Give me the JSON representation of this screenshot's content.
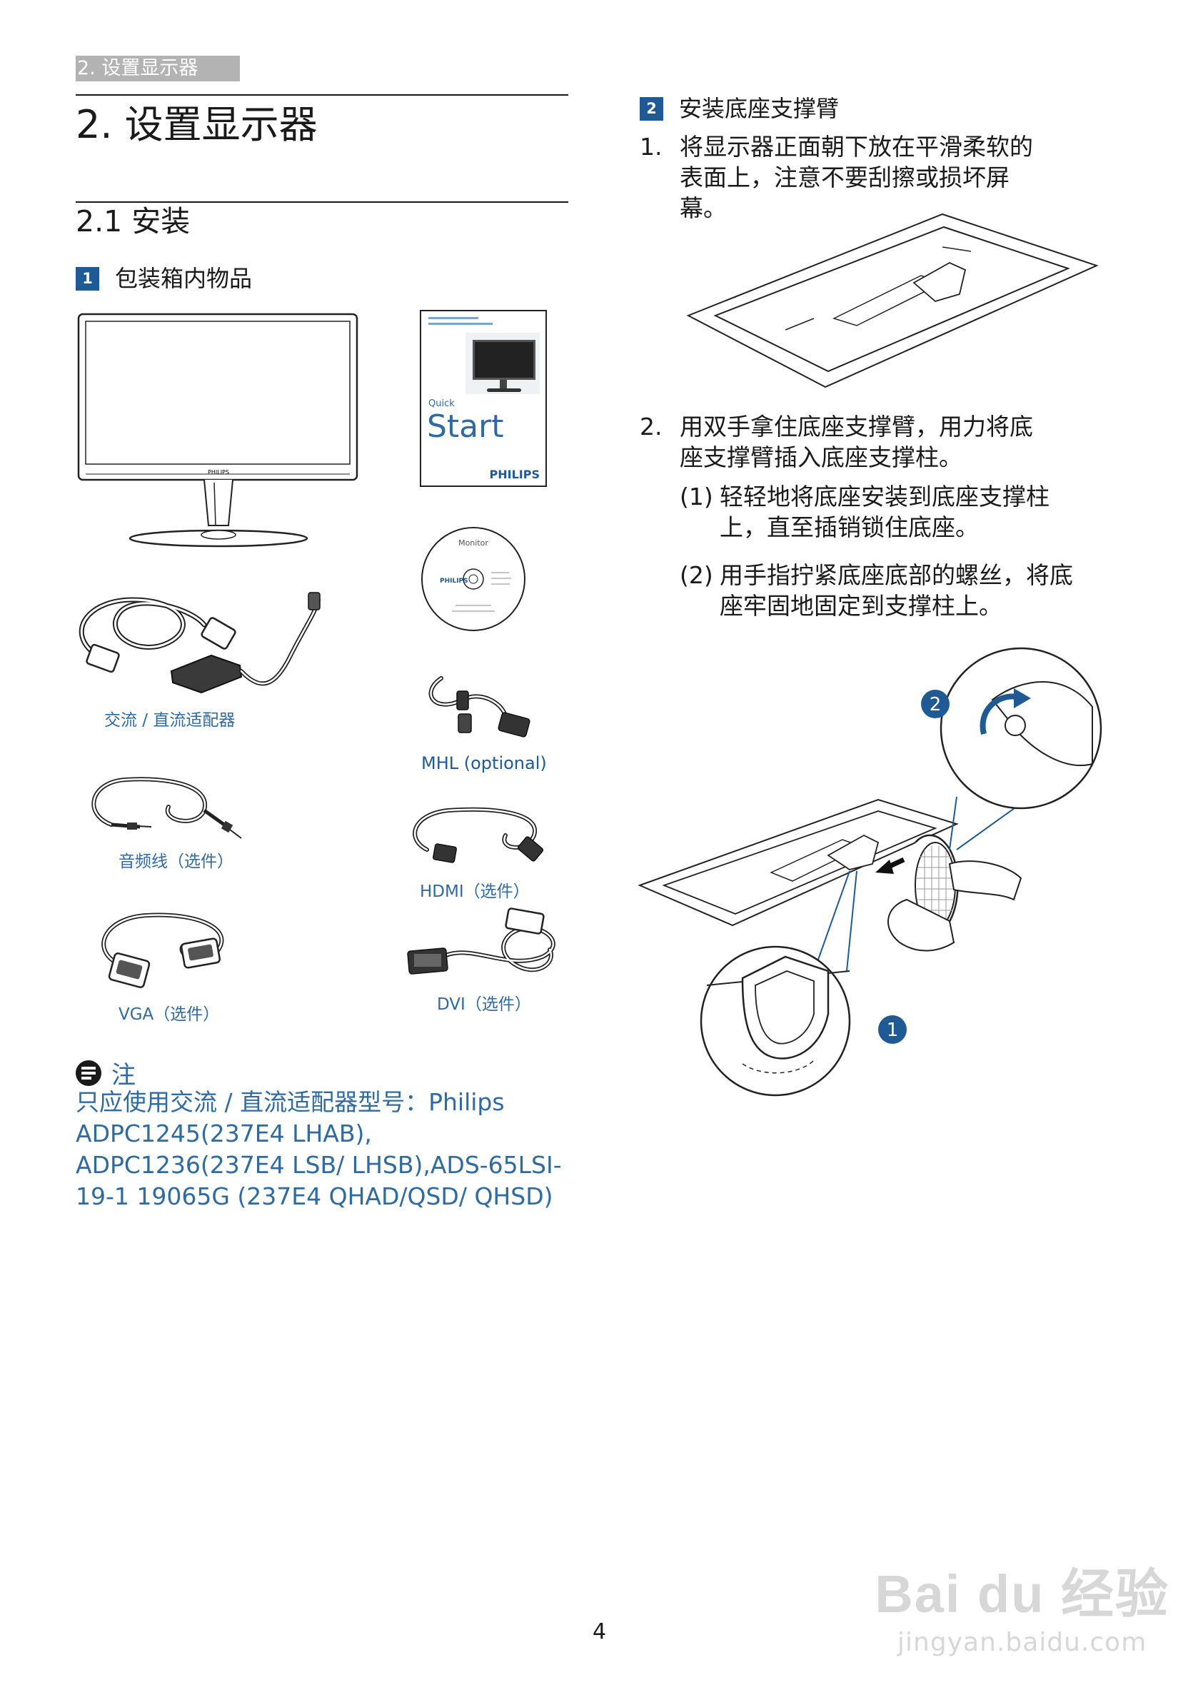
{
  "header": {
    "breadcrumb": "2. 设置显示器"
  },
  "chapter": {
    "title": "2.  设置显示器"
  },
  "section": {
    "title": "2.1  安装"
  },
  "left": {
    "sub1": {
      "num": "1",
      "title": "包装箱内物品"
    },
    "monitor_brand": "PHILIPS",
    "quickstart": {
      "small": "Quick",
      "big": "Start",
      "brand": "PHILIPS"
    },
    "cd": {
      "title": "Monitor",
      "brand": "PHILIPS"
    },
    "captions": {
      "adapter": "交流 / 直流适配器",
      "mhl": "MHL (optional)",
      "audio": "音频线（选件）",
      "hdmi": "HDMI（选件）",
      "vga": "VGA（选件）",
      "dvi": "DVI（选件）"
    }
  },
  "note": {
    "title": "注",
    "body": "只应使用交流 / 直流适配器型号：Philips ADPC1245(237E4 LHAB), ADPC1236(237E4 LSB/ LHSB),ADS-65LSI-19-1 19065G (237E4 QHAD/QSD/ QHSD)"
  },
  "right": {
    "sub2": {
      "num": "2",
      "title": "安装底座支撑臂"
    },
    "step1": {
      "no": "1.",
      "text": "将显示器正面朝下放在平滑柔软的表面上，注意不要刮擦或损坏屏幕。"
    },
    "step2": {
      "no": "2.",
      "text": "用双手拿住底座支撑臂，用力将底座支撑臂插入底座支撑柱。"
    },
    "step2a": {
      "no": "(1)",
      "text": "轻轻地将底座安装到底座支撑柱上，直至插销锁住底座。"
    },
    "step2b": {
      "no": "(2)",
      "text": "用手指拧紧底座底部的螺丝，将底座牢固地固定到支撑柱上。"
    },
    "callouts": {
      "one": "1",
      "two": "2"
    }
  },
  "footer": {
    "page": "4"
  },
  "watermark": {
    "logo": "Bai du 经验",
    "url": "jingyan.baidu.com"
  },
  "colors": {
    "accent": "#1f5a95",
    "caption": "#2f6aa0",
    "crumb_bg": "#b3b3b3"
  }
}
